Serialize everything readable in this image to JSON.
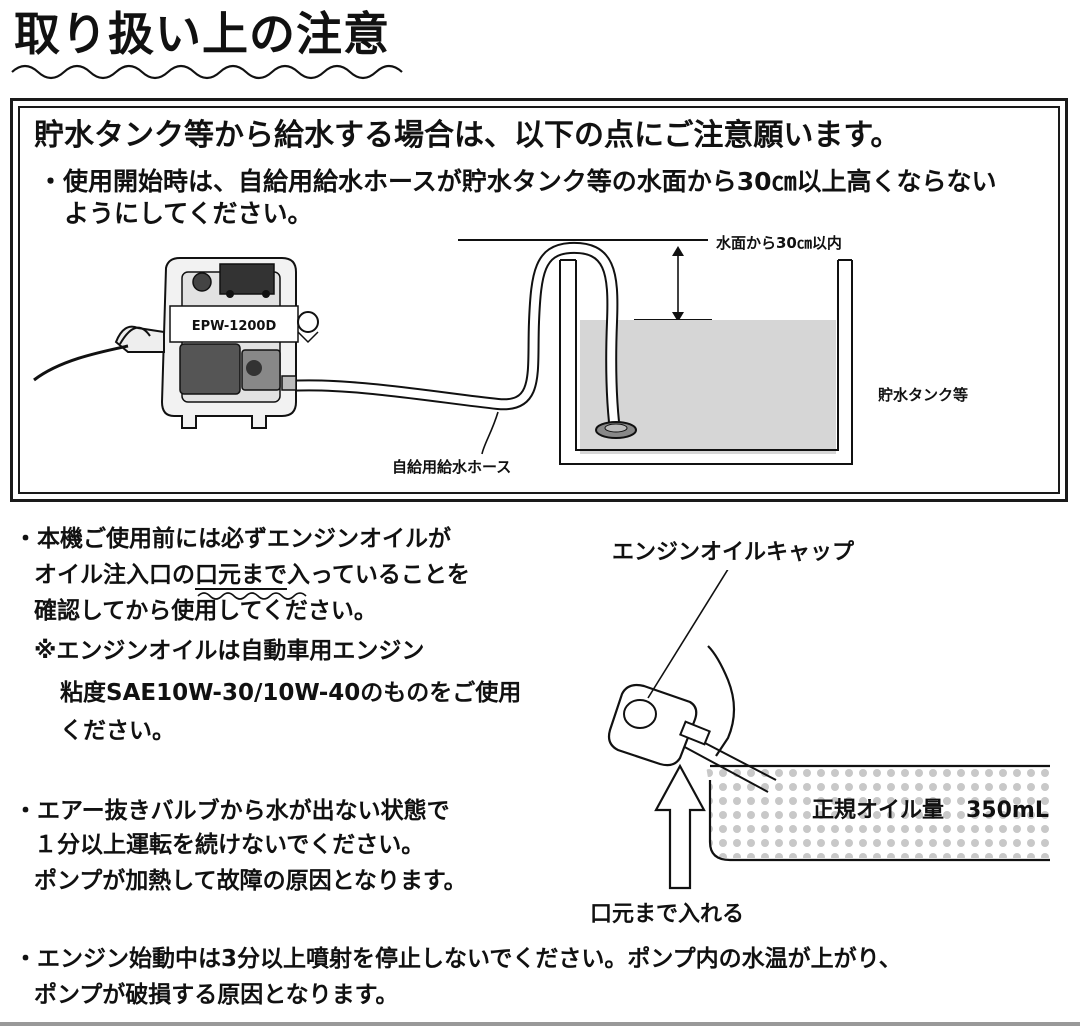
{
  "title": "取り扱い上の注意",
  "box": {
    "heading": "貯水タンク等から給水する場合は、以下の点にご注意願います。",
    "note_line1": "・使用開始時は、自給用給水ホースが貯水タンク等の水面から30㎝以上高くならない",
    "note_line2": "ようにしてください。",
    "diagram": {
      "machine_model": "EPW-1200D",
      "label_water_level": "水面から30㎝以内",
      "label_tank": "貯水タンク等",
      "label_hose": "自給用給水ホース"
    }
  },
  "oil": {
    "line1": "・本機ご使用前には必ずエンジンオイルが",
    "line2_a": "オイル注入口の",
    "line2_b": "口元まで",
    "line2_c": "入っていることを",
    "line3": "確認してから使用してください。",
    "line4": "※エンジンオイルは自動車用エンジン",
    "line5": "粘度SAE10W-30/10W-40のものをご使用",
    "line6": "ください。",
    "diagram": {
      "label_cap": "エンジンオイルキャップ",
      "label_quantity": "正規オイル量　350mL",
      "label_fill": "口元まで入れる"
    }
  },
  "air": {
    "line1": "・エアー抜きバルブから水が出ない状態で",
    "line2": "１分以上運転を続けないでください。",
    "line3": "ポンプが加熱して故障の原因となります。"
  },
  "engine": {
    "line1": "・エンジン始動中は3分以上噴射を停止しないでください。ポンプ内の水温が上がり、",
    "line2": "ポンプが破損する原因となります。"
  }
}
